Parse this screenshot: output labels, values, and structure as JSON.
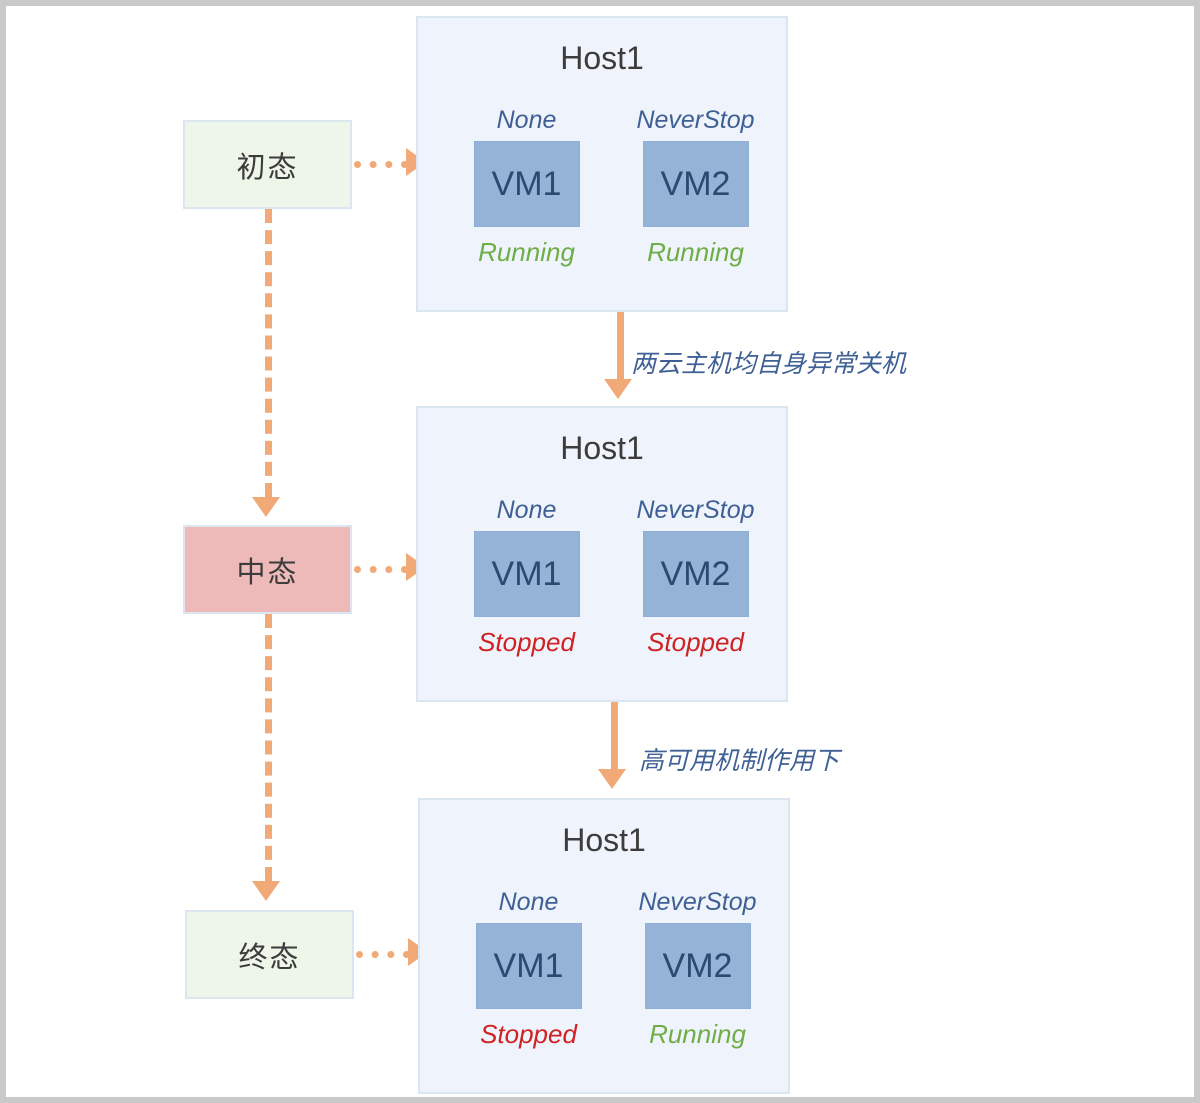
{
  "diagram": {
    "states": [
      {
        "id": "init",
        "label": "初态"
      },
      {
        "id": "mid",
        "label": "中态"
      },
      {
        "id": "final",
        "label": "终态"
      }
    ],
    "hosts": [
      {
        "id": "host-stage-1",
        "title": "Host1",
        "vms": [
          {
            "name": "VM1",
            "policy": "None",
            "status": "Running"
          },
          {
            "name": "VM2",
            "policy": "NeverStop",
            "status": "Running"
          }
        ]
      },
      {
        "id": "host-stage-2",
        "title": "Host1",
        "vms": [
          {
            "name": "VM1",
            "policy": "None",
            "status": "Stopped"
          },
          {
            "name": "VM2",
            "policy": "NeverStop",
            "status": "Stopped"
          }
        ]
      },
      {
        "id": "host-stage-3",
        "title": "Host1",
        "vms": [
          {
            "name": "VM1",
            "policy": "None",
            "status": "Stopped"
          },
          {
            "name": "VM2",
            "policy": "NeverStop",
            "status": "Running"
          }
        ]
      }
    ],
    "transitions": [
      {
        "id": "t1",
        "label": "两云主机均自身异常关机"
      },
      {
        "id": "t2",
        "label": "高可用机制作用下"
      }
    ],
    "colors": {
      "host_fill": "#eff3fb",
      "host_border": "#dce6f1",
      "vm_fill": "#95b3d7",
      "vm_text": "#2b4a70",
      "state_init_fill": "#eef5e9",
      "state_mid_fill": "#edb9b9",
      "state_final_fill": "#eef5e9",
      "connector": "#f0a977",
      "running": "#6fae46",
      "stopped": "#cf2222",
      "label_text": "#3f6095",
      "canvas_border": "#c9c9c9"
    }
  }
}
